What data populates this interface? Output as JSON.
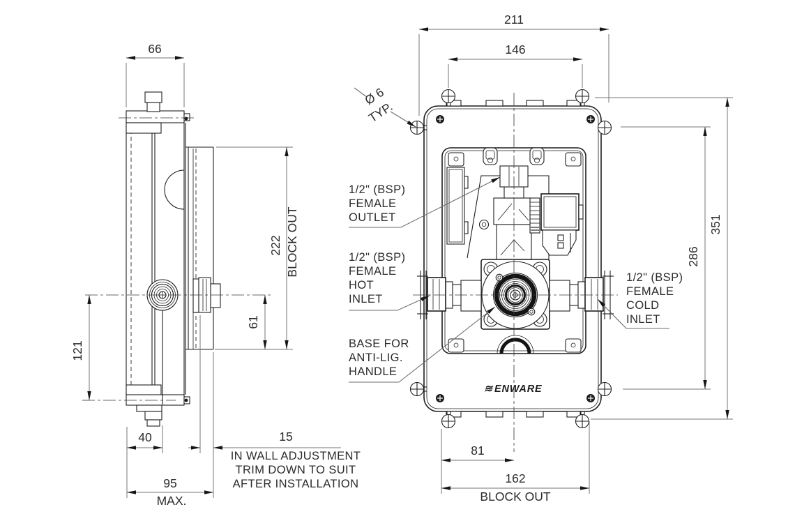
{
  "drawing": {
    "side_view": {
      "dim_width": "66",
      "dim_height_center": "121",
      "dim_height_inlet": "61",
      "dim_blockout_value": "222",
      "dim_blockout_label": "BLOCK OUT",
      "dim_depth_body": "40",
      "dim_depth_max_value": "95",
      "dim_depth_max_label": "MAX.",
      "dim_adjust_value": "15",
      "adjust_note_line1": "IN WALL ADJUSTMENT",
      "adjust_note_line2": "TRIM DOWN TO SUIT",
      "adjust_note_line3": "AFTER INSTALLATION"
    },
    "front_view": {
      "dim_width_overall": "211",
      "dim_width_screws": "146",
      "dim_hole_value": "Ø 6",
      "dim_hole_qualifier": "TYP.",
      "dim_height_screws": "286",
      "dim_height_overall": "351",
      "dim_center_offset": "81",
      "dim_blockout_value": "162",
      "dim_blockout_label": "BLOCK OUT",
      "logo_mark": "≋",
      "logo_text": "ENWARE"
    },
    "callouts": {
      "outlet": {
        "line1": "1/2\" (BSP)",
        "line2": "FEMALE",
        "line3": "OUTLET"
      },
      "hot_inlet": {
        "line1": "1/2\" (BSP)",
        "line2": "FEMALE",
        "line3": "HOT",
        "line4": "INLET"
      },
      "cold_inlet": {
        "line1": "1/2\" (BSP)",
        "line2": "FEMALE",
        "line3": "COLD",
        "line4": "INLET"
      },
      "handle_base": {
        "line1": "BASE FOR",
        "line2": "ANTI-LIG.",
        "line3": "HANDLE"
      }
    }
  }
}
